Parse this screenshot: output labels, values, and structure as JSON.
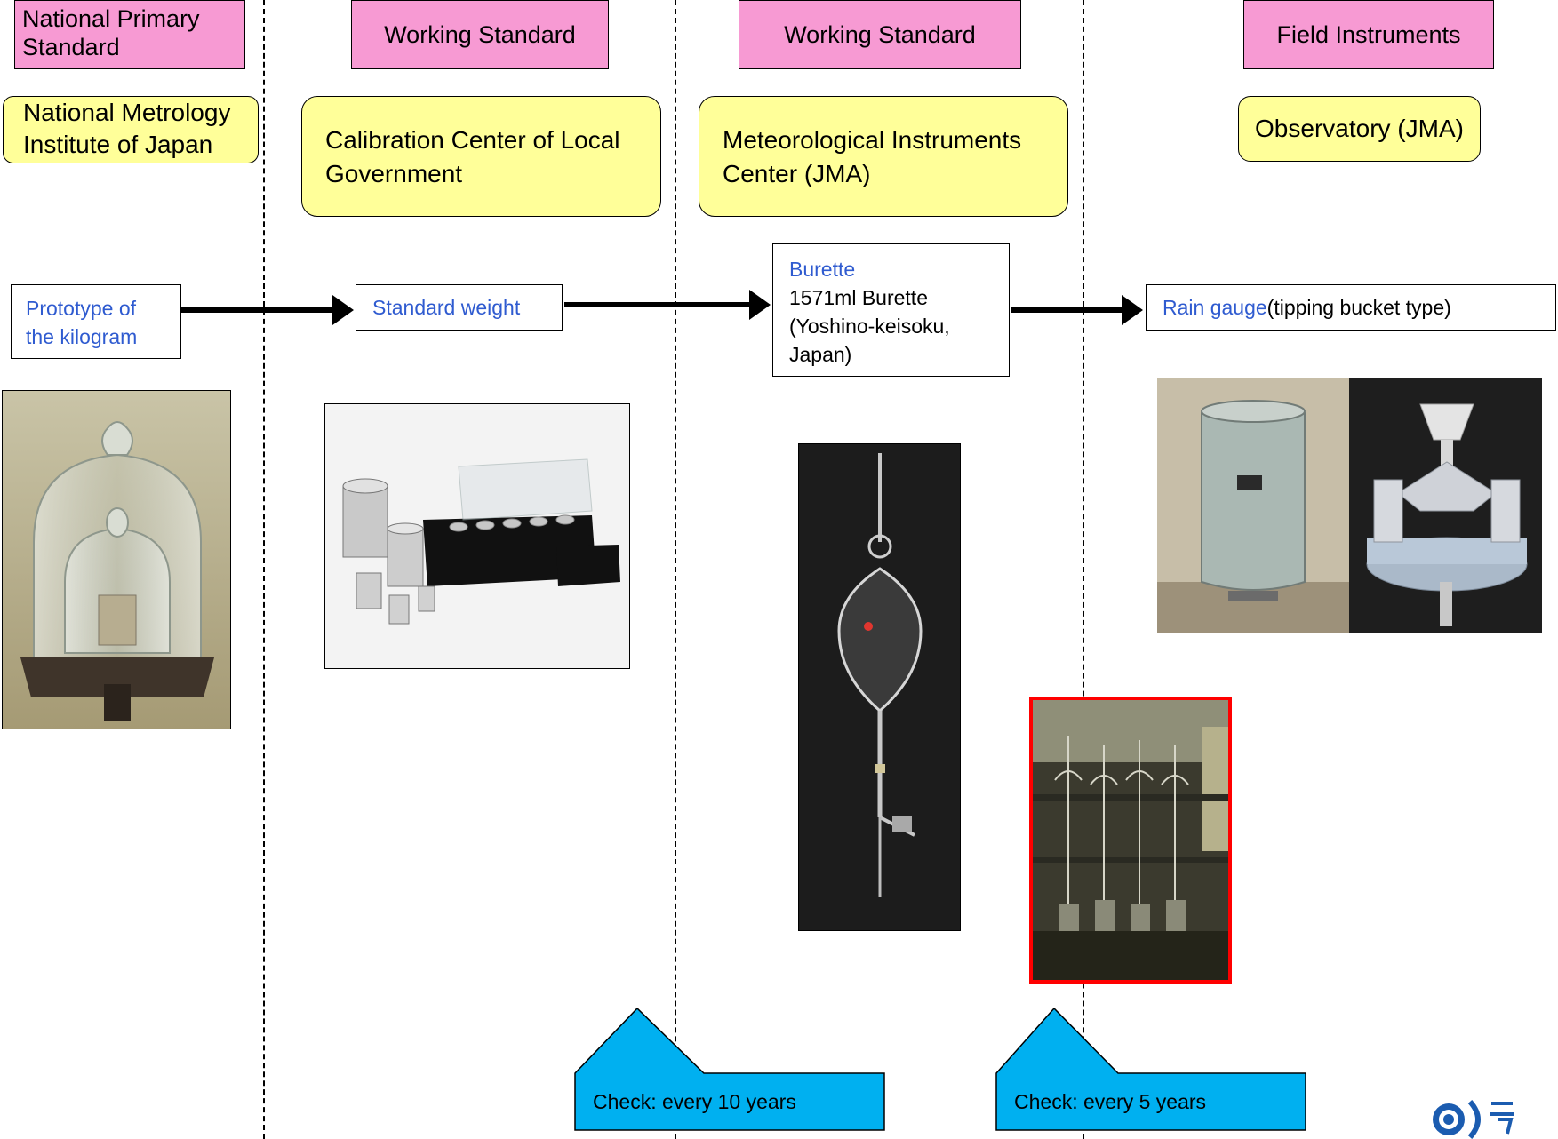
{
  "columns": [
    {
      "header": "National Primary Standard",
      "organization": "National Metrology Institute of Japan",
      "item": "Prototype of the kilogram",
      "photo_icon": "kilogram-prototype-under-bell-jars-icon"
    },
    {
      "header": "Working Standard",
      "organization": "Calibration Center of Local Government",
      "item": "Standard weight",
      "photo_icon": "standard-weight-set-icon"
    },
    {
      "header": "Working Standard",
      "organization": "Meteorological Instruments Center (JMA)",
      "item_title": "Burette",
      "item_detail_1": "1571ml Burette",
      "item_detail_2": "(Yoshino-keisoku,",
      "item_detail_3": "Japan)",
      "photo_icon": "glass-burette-icon",
      "photo2_icon": "calibration-lab-burettes-icon"
    },
    {
      "header": "Field Instruments",
      "organization": "Observatory (JMA)",
      "item_title": "Rain gauge",
      "item_detail": "(tipping bucket type)",
      "photo_icon": "rain-gauge-exterior-icon",
      "photo2_icon": "tipping-bucket-mechanism-icon"
    }
  ],
  "callouts": [
    {
      "text": "Check: every 10 years"
    },
    {
      "text": "Check: every 5 years"
    }
  ],
  "colors": {
    "header": "#f79ad3",
    "organization": "#ffff99",
    "callout": "#00b0f0",
    "link_text": "#2f5bd0",
    "highlight_frame": "#ff0000"
  },
  "logo_icon": "jma-logo-icon"
}
